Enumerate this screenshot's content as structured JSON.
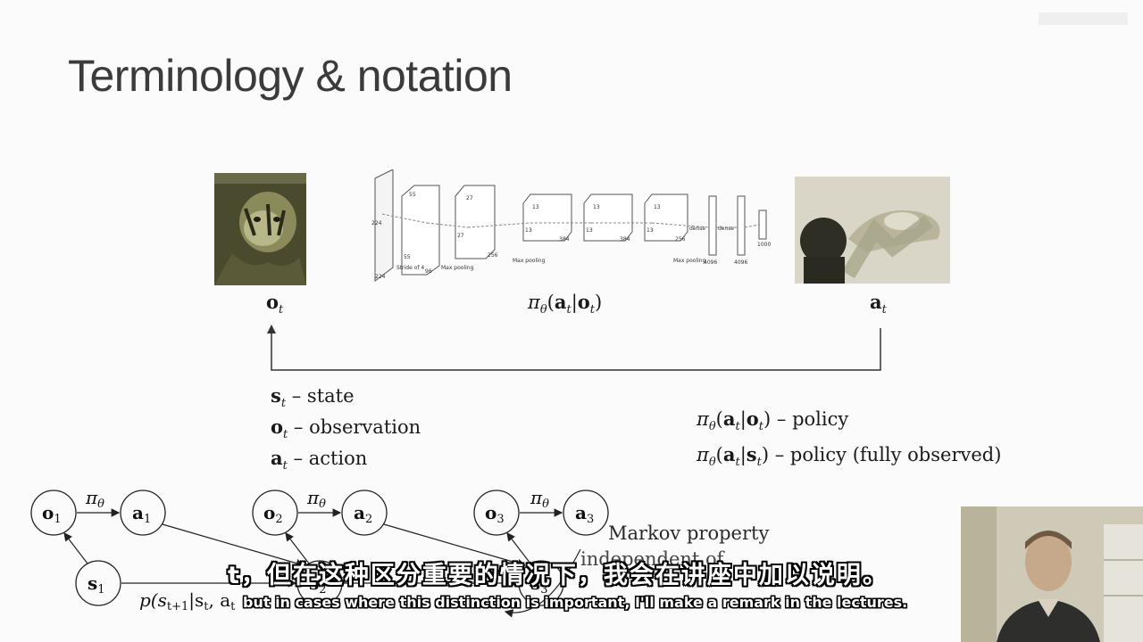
{
  "slide": {
    "title": "Terminology & notation"
  },
  "pipeline": {
    "obs_symbol": "o",
    "obs_sub": "t",
    "policy_pi": "π",
    "policy_theta": "θ",
    "policy_a": "a",
    "policy_a_sub": "t",
    "policy_o": "o",
    "policy_o_sub": "t",
    "action_symbol": "a",
    "action_sub": "t"
  },
  "cnn": {
    "labels": [
      "224",
      "224",
      "Stride of 4",
      "55",
      "55",
      "96",
      "Max pooling",
      "27",
      "27",
      "256",
      "Max pooling",
      "13",
      "13",
      "384",
      "13",
      "13",
      "384",
      "13",
      "13",
      "256",
      "Max pooling",
      "dense",
      "dense",
      "4096",
      "4096",
      "1000"
    ]
  },
  "definitions": [
    {
      "sym": "s",
      "sub": "t",
      "text": " – state"
    },
    {
      "sym": "o",
      "sub": "t",
      "text": " – observation"
    },
    {
      "sym": "a",
      "sub": "t",
      "text": " – action"
    }
  ],
  "policies": [
    {
      "cond": "o",
      "text": " – policy"
    },
    {
      "cond": "s",
      "text": " – policy (fully observed)"
    }
  ],
  "graphical_model": {
    "nodes": {
      "o1": "o",
      "o1_sub": "1",
      "a1": "a",
      "a1_sub": "1",
      "o2": "o",
      "o2_sub": "2",
      "a2": "a",
      "a2_sub": "2",
      "o3": "o",
      "o3_sub": "3",
      "a3": "a",
      "a3_sub": "3",
      "s1": "s",
      "s1_sub": "1",
      "s2": "s",
      "s2_sub": "2",
      "s3": "s",
      "s3_sub": "3"
    },
    "pi_label": "π",
    "theta_label": "θ",
    "transition_label": "p(s",
    "transition_rest": "|s",
    "transition_tail": ", a",
    "transition_tail_sub": "t",
    "transition_sub_next": "t+1",
    "transition_sub_t": "t"
  },
  "markov": {
    "label": "Markov property",
    "sub": "independent of"
  },
  "subtitles": {
    "chinese": "t，但在这种区分重要的情况下，我会在讲座中加以说明。",
    "english": "but in cases where this distinction is important, I'll make a remark in the lectures."
  }
}
